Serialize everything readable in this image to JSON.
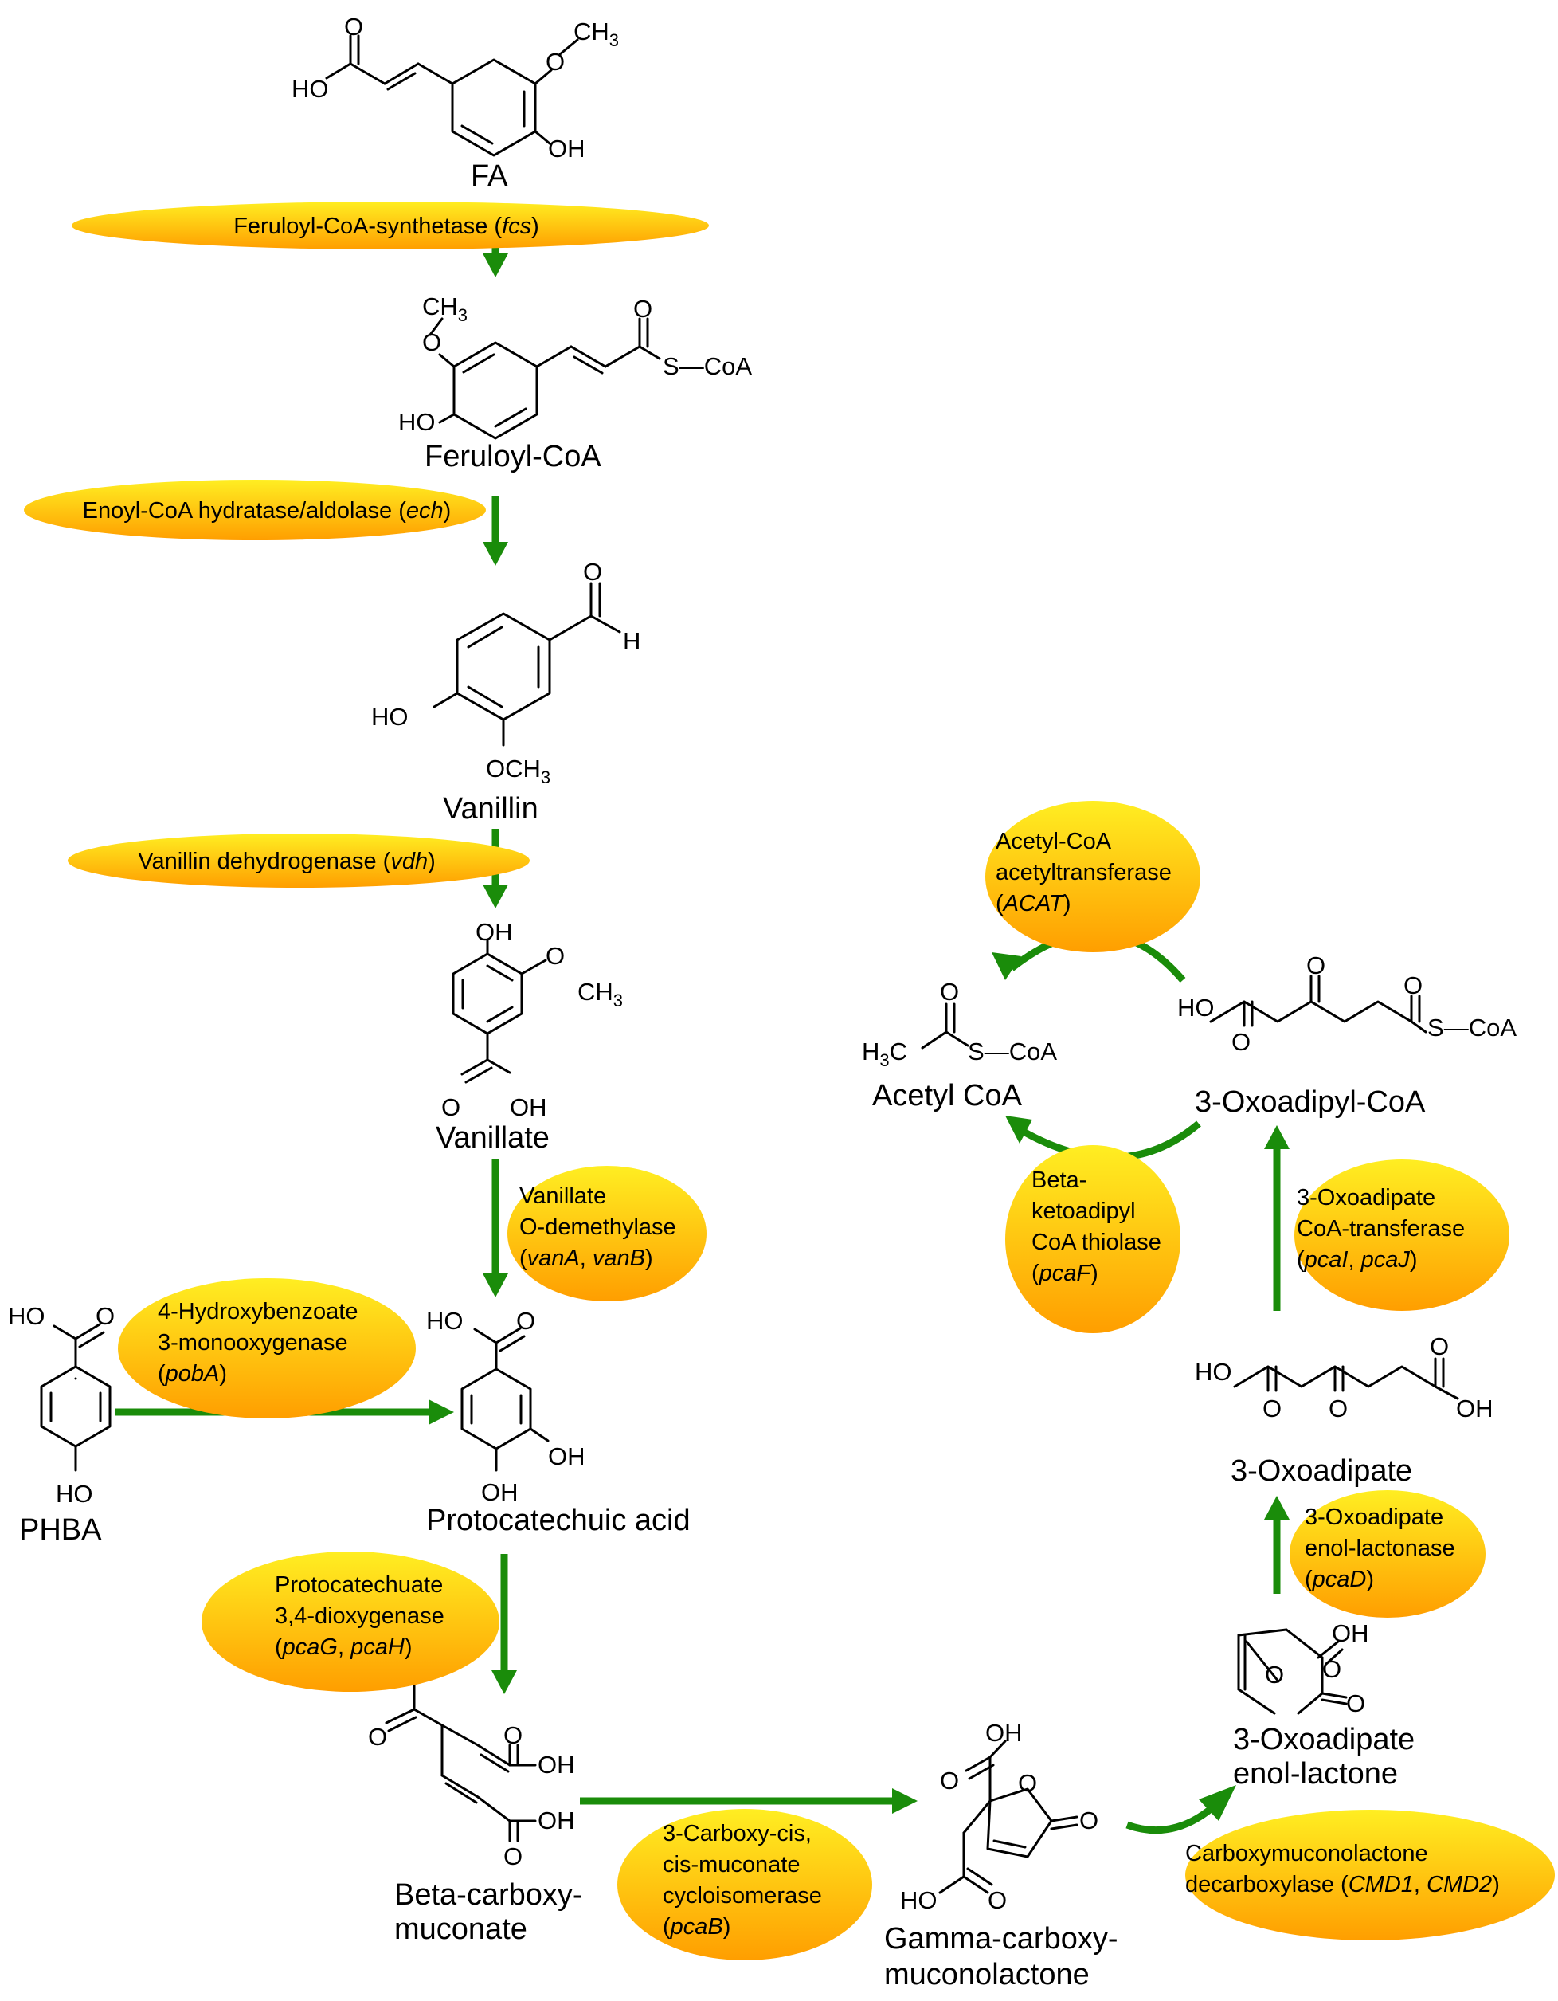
{
  "colors": {
    "arrow": "#1a8c0a",
    "enzyme_fill_top": "#ffee22",
    "enzyme_fill_bottom": "#ff9e00",
    "text": "#000000"
  },
  "compounds": {
    "fa": "FA",
    "feruloyl_coa": "Feruloyl-CoA",
    "vanillin": "Vanillin",
    "vanillate": "Vanillate",
    "phba": "PHBA",
    "protocatechuic_acid": "Protocatechuic acid",
    "beta_carboxy_muconate": [
      "Beta-carboxy-",
      "muconate"
    ],
    "gamma_carboxy_muconolactone": [
      "Gamma-carboxy-",
      "muconolactone"
    ],
    "oxoadipate_enol_lactone": [
      "3-Oxoadipate",
      "enol-lactone"
    ],
    "oxoadipate": "3-Oxoadipate",
    "oxoadipyl_coa": "3-Oxoadipyl-CoA",
    "acetyl_coa": "Acetyl CoA"
  },
  "enzymes": {
    "fcs": {
      "text": "Feruloyl-CoA-synthetase (",
      "gene": "fcs",
      "end": ")"
    },
    "ech": {
      "text": "Enoyl-CoA hydratase/aldolase (",
      "gene": "ech",
      "end": ")"
    },
    "vdh": {
      "text": "Vanillin dehydrogenase (",
      "gene": "vdh",
      "end": ")"
    },
    "van": {
      "line1": "Vanillate",
      "line2": "O-demethylase",
      "gene1": "vanA",
      "gene2": "vanB"
    },
    "pob": {
      "line1": "4-Hydroxybenzoate",
      "line2": "3-monooxygenase",
      "gene": "pobA"
    },
    "pcagh": {
      "line1": "Protocatechuate",
      "line2": "3,4-dioxygenase",
      "gene1": "pcaG",
      "gene2": "pcaH"
    },
    "pcab": {
      "line1": "3-Carboxy-cis,",
      "line2": "cis-muconate",
      "line3": "cycloisomerase",
      "gene": "pcaB"
    },
    "cmd": {
      "line1": "Carboxymuconolactone",
      "line2": "decarboxylase (",
      "gene1": "CMD1",
      "gene2": "CMD2"
    },
    "pcad": {
      "line1": "3-Oxoadipate",
      "line2": "enol-lactonase",
      "gene": "pcaD"
    },
    "pcaij": {
      "line1": "3-Oxoadipate",
      "line2": "CoA-transferase",
      "gene1": "pcaI",
      "gene2": "pcaJ"
    },
    "pcaf": {
      "line1": "Beta-",
      "line2": "ketoadipyl",
      "line3": "CoA thiolase",
      "gene": "pcaF"
    },
    "acat": {
      "line1": "Acetyl-CoA",
      "line2": "acetyltransferase",
      "gene": "ACAT"
    }
  },
  "atoms": {
    "o": "O",
    "oh": "OH",
    "ho": "HO",
    "h": "H",
    "h3c": "H",
    "h3c_c": "C",
    "ch3": "CH",
    "och3": "OCH",
    "sub3": "3",
    "s_coa": "S",
    "coa": "CoA",
    "dash": "—"
  }
}
